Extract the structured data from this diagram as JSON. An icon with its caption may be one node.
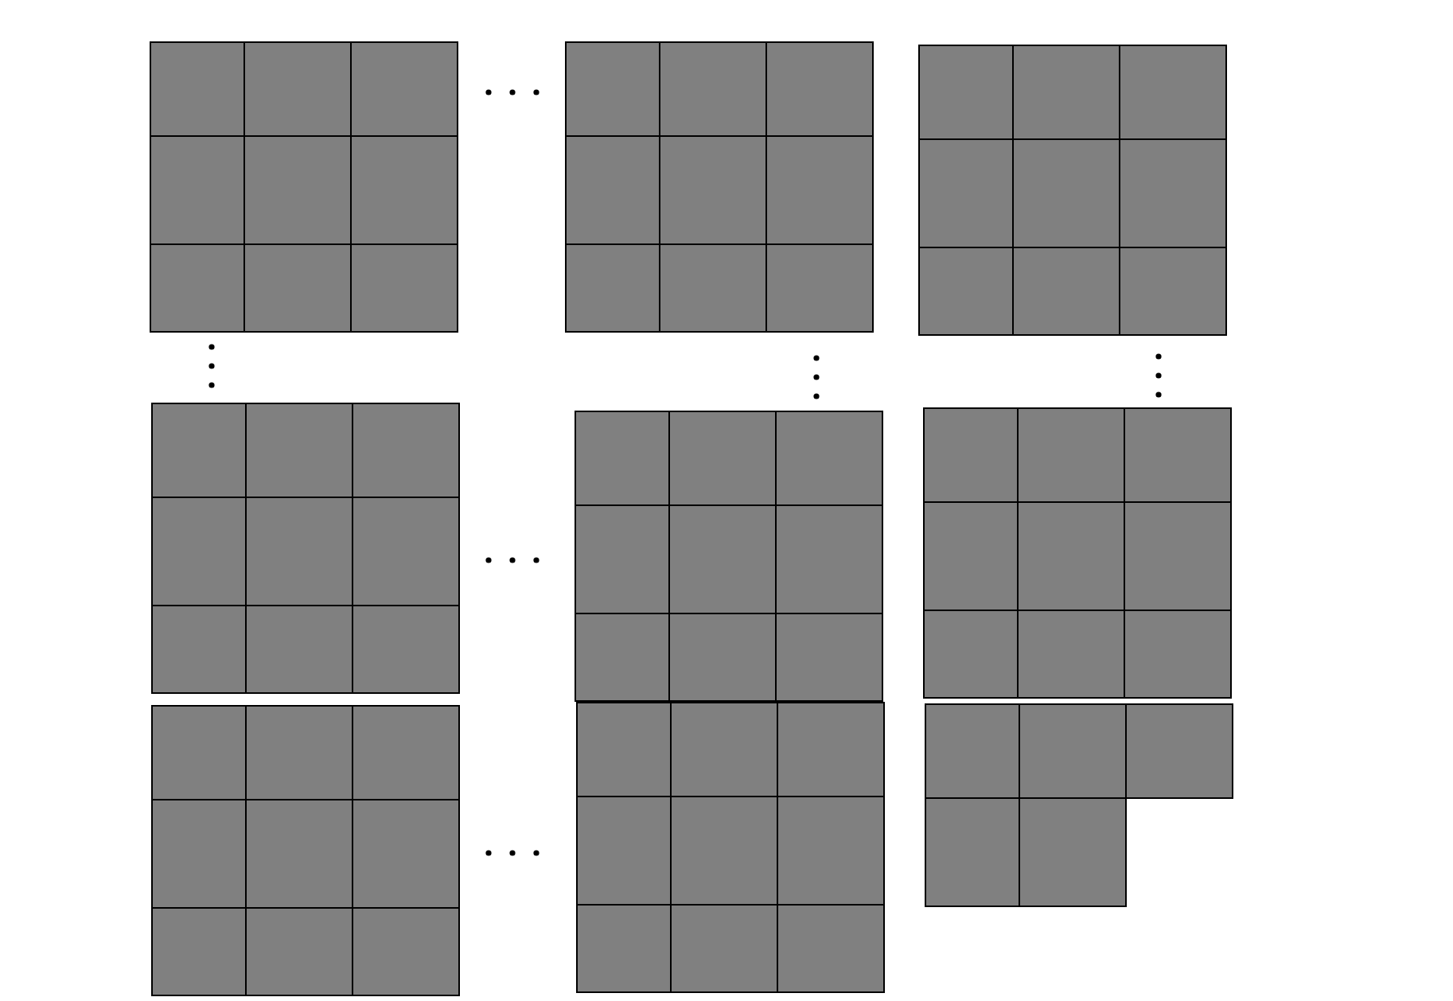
{
  "diagram": {
    "nodes": [
      {
        "text": [],
        "shape": "box"
      },
      {
        "text": [],
        "shape": "box"
      },
      {
        "text": [],
        "shape": "box"
      },
      {
        "text": [],
        "shape": "box"
      },
      {
        "text": [],
        "shape": "box"
      },
      {
        "text": [],
        "shape": "box"
      },
      {
        "text": [],
        "shape": "box"
      },
      {
        "text": [],
        "shape": "box"
      },
      {
        "text": [],
        "shape": "box"
      },
      {
        "text": [],
        "shape": "box"
      },
      {
        "text": [],
        "shape": "box"
      },
      {
        "text": [],
        "shape": "box"
      },
      {
        "text": [],
        "shape": "box"
      },
      {
        "text": [],
        "shape": "box"
      },
      {
        "text": [],
        "shape": "box"
      },
      {
        "text": [],
        "shape": "box"
      },
      {
        "text": [],
        "shape": "box"
      },
      {
        "text": [],
        "shape": "box"
      },
      {
        "text": [],
        "shape": "box"
      },
      {
        "text": [],
        "shape": "box"
      },
      {
        "text": [],
        "shape": "box"
      },
      {
        "text": [],
        "shape": "box"
      },
      {
        "text": [],
        "shape": "box"
      },
      {
        "text": [],
        "shape": "box"
      },
      {
        "text": [],
        "shape": "box"
      },
      {
        "text": [],
        "shape": "box"
      },
      {
        "text": [],
        "shape": "box"
      },
      {
        "text": [],
        "shape": "box"
      },
      {
        "text": [],
        "shape": "box"
      },
      {
        "text": [],
        "shape": "box"
      },
      {
        "text": [],
        "shape": "box"
      },
      {
        "text": [],
        "shape": "box"
      },
      {
        "text": [],
        "shape": "box"
      },
      {
        "text": [],
        "shape": "box"
      },
      {
        "text": [],
        "shape": "box"
      },
      {
        "text": [],
        "shape": "box"
      },
      {
        "text": [],
        "shape": "box"
      },
      {
        "text": [],
        "shape": "box"
      },
      {
        "text": [],
        "shape": "box"
      },
      {
        "text": [],
        "shape": "box"
      },
      {
        "text": [],
        "shape": "box"
      },
      {
        "text": [],
        "shape": "box"
      },
      {
        "text": [],
        "shape": "box"
      },
      {
        "text": [],
        "shape": "box"
      },
      {
        "text": [],
        "shape": "box"
      },
      {
        "text": [],
        "shape": "box"
      },
      {
        "text": [],
        "shape": "box"
      },
      {
        "text": [],
        "shape": "box"
      },
      {
        "text": [],
        "shape": "box"
      },
      {
        "text": [],
        "shape": "box"
      },
      {
        "text": [],
        "shape": "box"
      },
      {
        "text": [],
        "shape": "box"
      },
      {
        "text": [],
        "shape": "box"
      },
      {
        "text": [],
        "shape": "box"
      },
      {
        "text": [],
        "shape": "box"
      },
      {
        "text": [],
        "shape": "box"
      },
      {
        "text": [],
        "shape": "box"
      },
      {
        "text": [],
        "shape": "box"
      },
      {
        "text": [],
        "shape": "box"
      },
      {
        "text": [],
        "shape": "box"
      },
      {
        "text": [],
        "shape": "box"
      },
      {
        "text": [],
        "shape": "box"
      },
      {
        "text": [],
        "shape": "box"
      },
      {
        "text": [],
        "shape": "box"
      },
      {
        "text": [],
        "shape": "box"
      },
      {
        "text": [],
        "shape": "box"
      },
      {
        "text": [],
        "shape": "box"
      },
      {
        "text": [],
        "shape": "box"
      },
      {
        "text": [],
        "shape": "box"
      },
      {
        "text": [],
        "shape": "box"
      },
      {
        "text": [],
        "shape": "box"
      },
      {
        "text": [],
        "shape": "box"
      },
      {
        "text": [],
        "shape": "box"
      },
      {
        "text": [],
        "shape": "box"
      },
      {
        "text": [],
        "shape": "box"
      },
      {
        "text": [],
        "shape": "box"
      },
      {
        "text": [],
        "shape": "box"
      }
    ]
  }
}
